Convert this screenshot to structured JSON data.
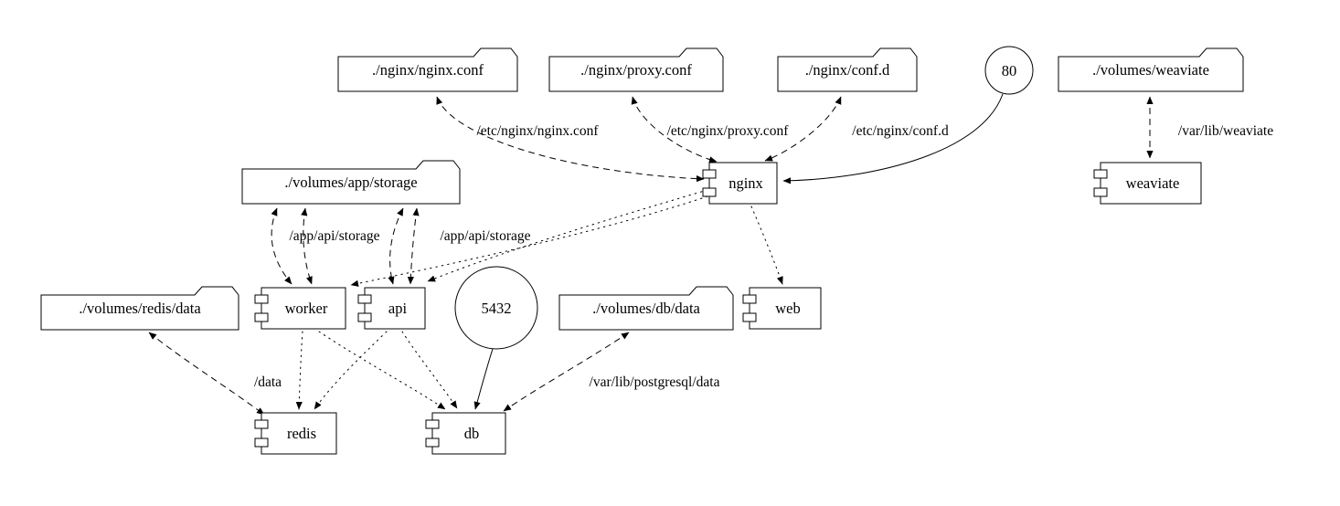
{
  "diagram": {
    "type": "graph",
    "description": "docker-compose services and volume mounts graph",
    "colors": {
      "background": "#ffffff",
      "stroke": "#000000",
      "text": "#000000"
    },
    "nodes": {
      "nginx_conf_file": {
        "label": "./nginx/nginx.conf",
        "shape": "folder"
      },
      "proxy_conf_file": {
        "label": "./nginx/proxy.conf",
        "shape": "folder"
      },
      "conf_d_dir": {
        "label": "./nginx/conf.d",
        "shape": "folder"
      },
      "port_80": {
        "label": "80",
        "shape": "circle"
      },
      "volumes_weaviate": {
        "label": "./volumes/weaviate",
        "shape": "folder"
      },
      "volumes_app_storage": {
        "label": "./volumes/app/storage",
        "shape": "folder"
      },
      "nginx": {
        "label": "nginx",
        "shape": "component"
      },
      "weaviate": {
        "label": "weaviate",
        "shape": "component"
      },
      "volumes_redis_data": {
        "label": "./volumes/redis/data",
        "shape": "folder"
      },
      "worker": {
        "label": "worker",
        "shape": "component"
      },
      "api": {
        "label": "api",
        "shape": "component"
      },
      "port_5432": {
        "label": "5432",
        "shape": "circle"
      },
      "volumes_db_data": {
        "label": "./volumes/db/data",
        "shape": "folder"
      },
      "web": {
        "label": "web",
        "shape": "component"
      },
      "redis": {
        "label": "redis",
        "shape": "component"
      },
      "db": {
        "label": "db",
        "shape": "component"
      }
    },
    "edge_labels": {
      "nginx_conf_mount": "/etc/nginx/nginx.conf",
      "proxy_conf_mount": "/etc/nginx/proxy.conf",
      "conf_d_mount": "/etc/nginx/conf.d",
      "weaviate_mount": "/var/lib/weaviate",
      "worker_storage_mount": "/app/api/storage",
      "api_storage_mount": "/app/api/storage",
      "redis_data_mount": "/data",
      "db_data_mount": "/var/lib/postgresql/data"
    },
    "edges": [
      {
        "from": "nginx",
        "to": "nginx_conf_file",
        "style": "dashed",
        "dir": "both",
        "label": "/etc/nginx/nginx.conf"
      },
      {
        "from": "nginx",
        "to": "proxy_conf_file",
        "style": "dashed",
        "dir": "both",
        "label": "/etc/nginx/proxy.conf"
      },
      {
        "from": "nginx",
        "to": "conf_d_dir",
        "style": "dashed",
        "dir": "both",
        "label": "/etc/nginx/conf.d"
      },
      {
        "from": "port_80",
        "to": "nginx",
        "style": "solid",
        "dir": "forward",
        "label": ""
      },
      {
        "from": "weaviate",
        "to": "volumes_weaviate",
        "style": "dashed",
        "dir": "both",
        "label": "/var/lib/weaviate"
      },
      {
        "from": "worker",
        "to": "volumes_app_storage",
        "style": "dashed",
        "dir": "both",
        "label": "/app/api/storage"
      },
      {
        "from": "api",
        "to": "volumes_app_storage",
        "style": "dashed",
        "dir": "both",
        "label": "/app/api/storage"
      },
      {
        "from": "nginx",
        "to": "worker",
        "style": "dotted",
        "dir": "forward",
        "label": ""
      },
      {
        "from": "nginx",
        "to": "api",
        "style": "dotted",
        "dir": "forward",
        "label": ""
      },
      {
        "from": "nginx",
        "to": "web",
        "style": "dotted",
        "dir": "forward",
        "label": ""
      },
      {
        "from": "worker",
        "to": "redis",
        "style": "dotted",
        "dir": "forward",
        "label": ""
      },
      {
        "from": "worker",
        "to": "db",
        "style": "dotted",
        "dir": "forward",
        "label": ""
      },
      {
        "from": "api",
        "to": "redis",
        "style": "dotted",
        "dir": "forward",
        "label": ""
      },
      {
        "from": "api",
        "to": "db",
        "style": "dotted",
        "dir": "forward",
        "label": ""
      },
      {
        "from": "redis",
        "to": "volumes_redis_data",
        "style": "dashed",
        "dir": "both",
        "label": "/data"
      },
      {
        "from": "db",
        "to": "volumes_db_data",
        "style": "dashed",
        "dir": "both",
        "label": "/var/lib/postgresql/data"
      },
      {
        "from": "port_5432",
        "to": "db",
        "style": "solid",
        "dir": "forward",
        "label": ""
      }
    ]
  }
}
